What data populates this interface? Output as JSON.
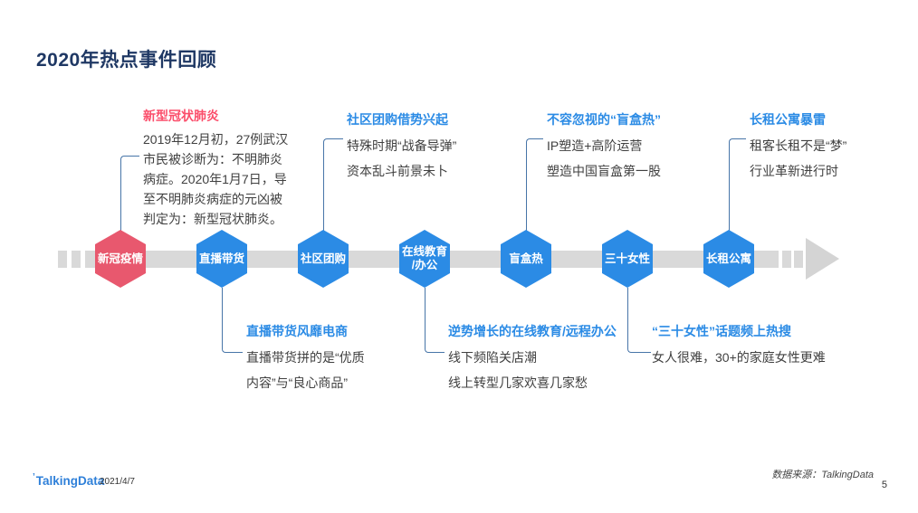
{
  "slide": {
    "title": "2020年热点事件回顾"
  },
  "timeline": {
    "nodes": [
      {
        "label": "新冠疫情",
        "label2": ""
      },
      {
        "label": "直播带货",
        "label2": ""
      },
      {
        "label": "社区团购",
        "label2": ""
      },
      {
        "label": "在线教育",
        "label2": "/办公"
      },
      {
        "label": "盲盒热",
        "label2": ""
      },
      {
        "label": "三十女性",
        "label2": ""
      },
      {
        "label": "长租公寓",
        "label2": ""
      }
    ]
  },
  "annotations_top": [
    {
      "title": "新型冠状肺炎",
      "lines": [
        "2019年12月初，27例武汉",
        "市民被诊断为：不明肺炎",
        "病症。2020年1月7日，导",
        "至不明肺炎病症的元凶被",
        "判定为：新型冠状肺炎。"
      ]
    },
    {
      "title": "社区团购借势兴起",
      "lines": [
        "特殊时期“战备导弹”",
        "资本乱斗前景未卜"
      ]
    },
    {
      "title": "不容忽视的“盲盒热”",
      "lines": [
        "IP塑造+高阶运营",
        "塑造中国盲盒第一股"
      ]
    },
    {
      "title": "长租公寓暴雷",
      "lines": [
        "租客长租不是“梦”",
        "行业革新进行时"
      ]
    }
  ],
  "annotations_bottom": [
    {
      "title": "直播带货风靡电商",
      "lines": [
        "直播带货拼的是“优质",
        "内容”与“良心商品”"
      ]
    },
    {
      "title": "逆势增长的在线教育/远程办公",
      "lines": [
        "线下频陷关店潮",
        "线上转型几家欢喜几家愁"
      ]
    },
    {
      "title": "“三十女性”话题频上热搜",
      "lines": [
        "女人很难，30+的家庭女性更难"
      ]
    }
  ],
  "footer": {
    "logo_tick": "’",
    "logo": "TalkingData",
    "date": "2021/4/7",
    "source": "数据来源：TalkingData",
    "page": "5"
  },
  "colors": {
    "title_navy": "#1F3864",
    "accent_red_hex": "#E8586E",
    "accent_red_text": "#FB4E6B",
    "accent_blue": "#2B8BE5",
    "track_gray": "#D9D9D9",
    "connector_blue": "#4775A8",
    "body_text": "#404040"
  }
}
